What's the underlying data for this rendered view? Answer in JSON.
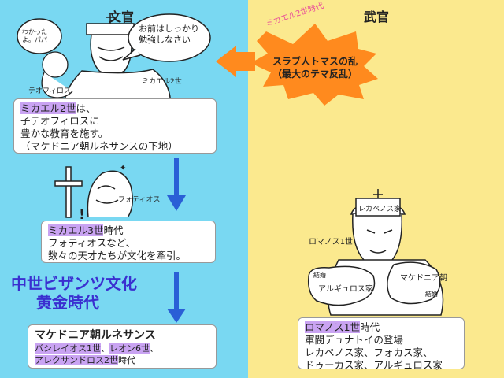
{
  "headings": {
    "left": "文官",
    "right": "武官"
  },
  "michael2_era": "ミカエル2世時代",
  "speech": {
    "teacher": "お前はしっかり勉強しなさい",
    "child": "わかったよ。パパ"
  },
  "labels": {
    "theophilos": "テオフィロス",
    "michael2": "ミカエル2世",
    "photios": "フォティオス",
    "romanos1": "ロマノス1世",
    "crown": "レカペノス家",
    "shield_left": "アルギュロス家",
    "shield_left_tag": "結婚",
    "shield_right": "マケドニア朝",
    "shield_right_tag": "結婚"
  },
  "revolt": {
    "line1": "スラブ人トマスの乱",
    "line2": "（最大のテマ反乱）"
  },
  "box1": {
    "hl": "ミカエル2世",
    "l1rest": "は、",
    "l2": "子テオフィロスに",
    "l3": "豊かな教育を施す。",
    "l4": "（マケドニア朝ルネサンスの下地）"
  },
  "box2": {
    "hl": "ミカエル3世",
    "l1rest": "時代",
    "l2": "フォティオスなど、",
    "l3": "数々の天才たちが文化を牽引。"
  },
  "golden": {
    "line1": "中世ビザンツ文化",
    "line2": "黄金時代"
  },
  "box3": {
    "title": "マケドニア朝ルネサンス",
    "hl1": "バシレイオス1世",
    "sep": "、",
    "hl2": "レオン6世",
    "comma": "、",
    "hl3": "アレクサンドロス2世",
    "rest": "時代"
  },
  "box4": {
    "hl": "ロマノス1世",
    "l1rest": "時代",
    "l2": "軍閥デュナトイの登場",
    "l3": "レカペノス家、フォカス家、",
    "l4": "ドゥーカス家、アルギュロス家"
  },
  "colors": {
    "left_bg": "#79d8f2",
    "right_bg": "#fbe98e",
    "highlight": "#c9a3f2",
    "arrow": "#2a5fd6",
    "burst": "#ff8a1e",
    "golden_text": "#3a2fd0"
  }
}
